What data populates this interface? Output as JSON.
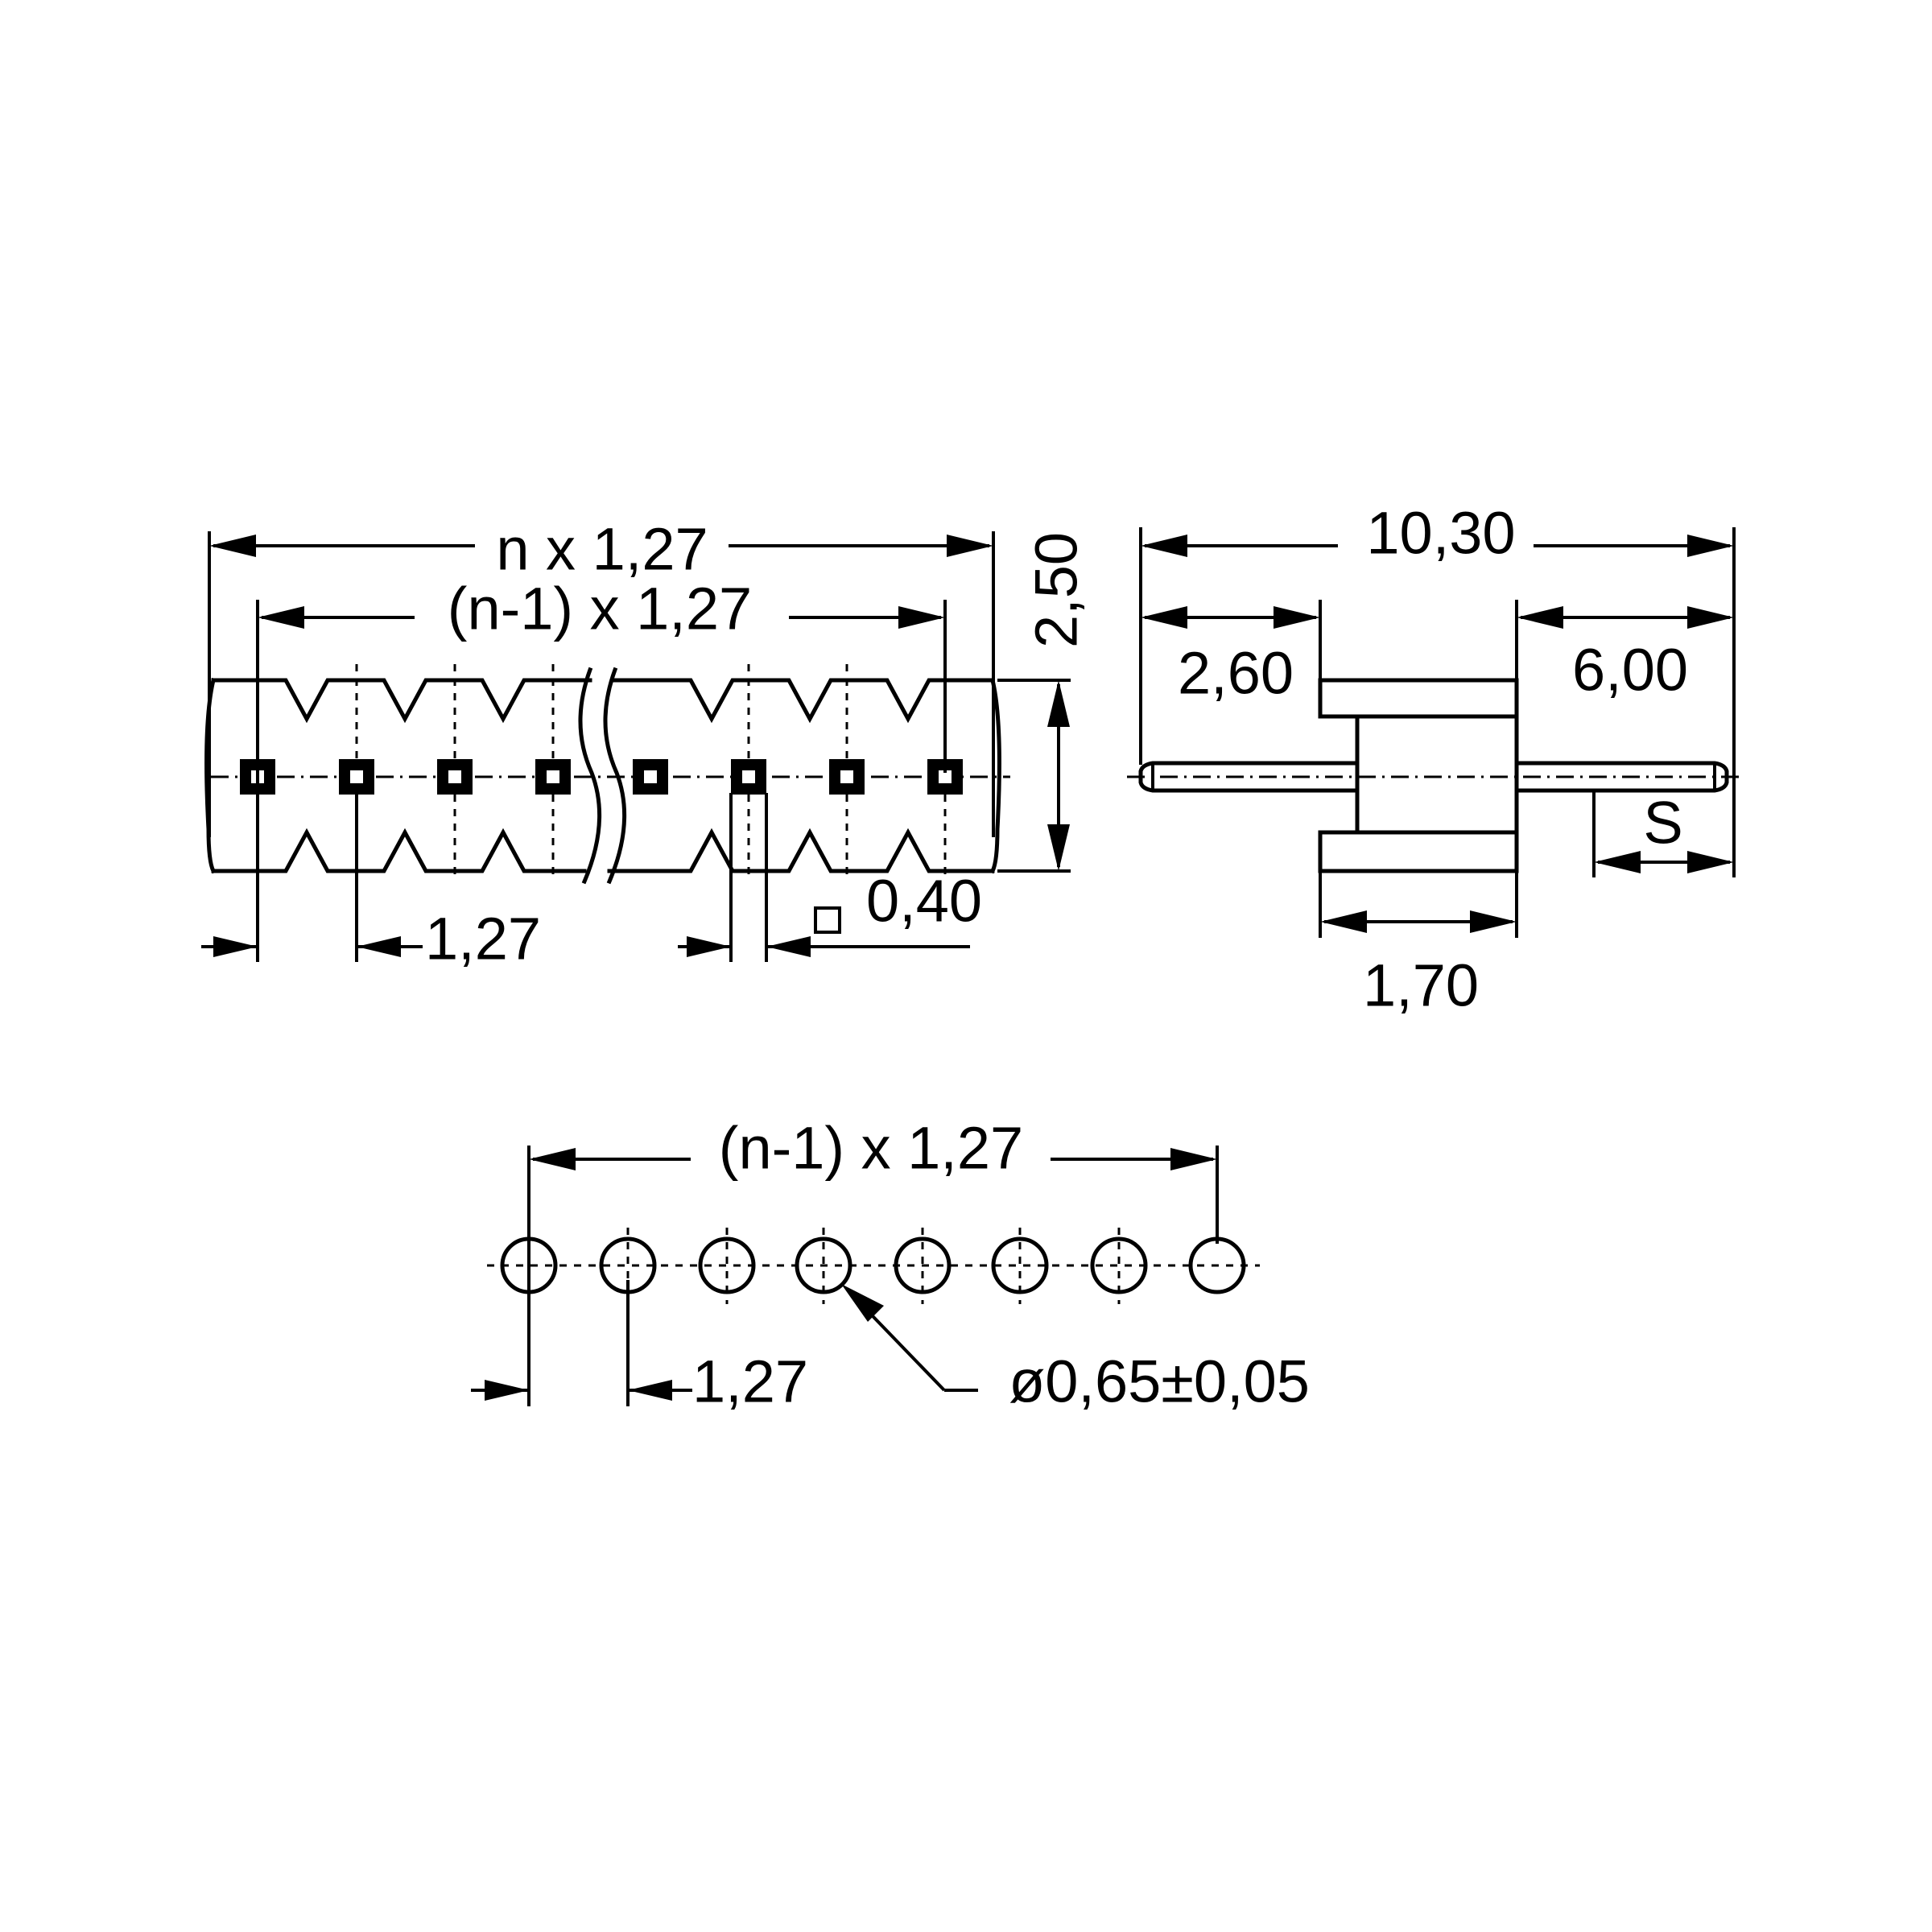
{
  "front_view": {
    "overall_length": "n x 1,27",
    "pin_span": "(n-1) x 1,27",
    "height": "2,50",
    "pitch": "1,27",
    "pin_square": "0,40"
  },
  "side_view": {
    "total_length": "10,30",
    "left_pin_length": "2,60",
    "right_pin_length": "6,00",
    "body_thickness": "1,70",
    "s_label": "S"
  },
  "pcb_layout": {
    "pin_span": "(n-1) x 1,27",
    "pitch": "1,27",
    "hole_diameter": "ø0,65±0,05"
  }
}
